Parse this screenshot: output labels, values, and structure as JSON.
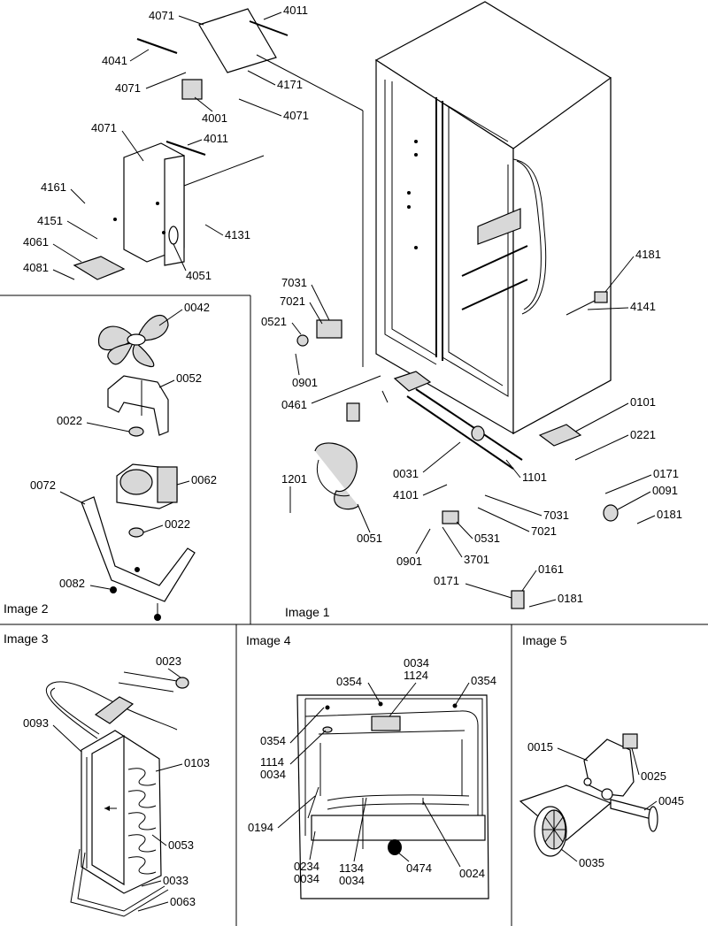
{
  "panels": {
    "image1": "Image 1",
    "image2": "Image 2",
    "image3": "Image 3",
    "image4": "Image 4",
    "image5": "Image 5"
  },
  "image1_labels": {
    "l4071a": "4071",
    "l4011a": "4011",
    "l4041": "4041",
    "l4071b": "4071",
    "l4171": "4171",
    "l4001": "4001",
    "l4071c": "4071",
    "l4071d": "4071",
    "l4011b": "4011",
    "l4161": "4161",
    "l4151": "4151",
    "l4131": "4131",
    "l4061": "4061",
    "l4081": "4081",
    "l4051": "4051",
    "l4181": "4181",
    "l4141": "4141",
    "l7031a": "7031",
    "l7021a": "7021",
    "l0521": "0521",
    "l0901a": "0901",
    "l0461": "0461",
    "l0101": "0101",
    "l0221": "0221",
    "l1201": "1201",
    "l0031": "0031",
    "l1101": "1101",
    "l4101": "4101",
    "l0171a": "0171",
    "l0091": "0091",
    "l0181a": "0181",
    "l0051": "0051",
    "l0531": "0531",
    "l7031b": "7031",
    "l7021b": "7021",
    "l0901b": "0901",
    "l3701": "3701",
    "l0161": "0161",
    "l0171b": "0171",
    "l0181b": "0181"
  },
  "image2_labels": {
    "l0042": "0042",
    "l0052": "0052",
    "l0022a": "0022",
    "l0062": "0062",
    "l0072": "0072",
    "l0022b": "0022",
    "l0082": "0082"
  },
  "image3_labels": {
    "l0023": "0023",
    "l0093": "0093",
    "l0103": "0103",
    "l0053": "0053",
    "l0033": "0033",
    "l0063": "0063"
  },
  "image4_labels": {
    "l0034a": "0034",
    "l1124": "1124",
    "l0354a": "0354",
    "l0354b": "0354",
    "l0354c": "0354",
    "l1114": "1114",
    "l0034b": "0034",
    "l0194": "0194",
    "l0234": "0234",
    "l0034c": "0034",
    "l1134": "1134",
    "l0034d": "0034",
    "l0474": "0474",
    "l0024": "0024"
  },
  "image5_labels": {
    "l0015": "0015",
    "l0025": "0025",
    "l0045": "0045",
    "l0035": "0035"
  }
}
